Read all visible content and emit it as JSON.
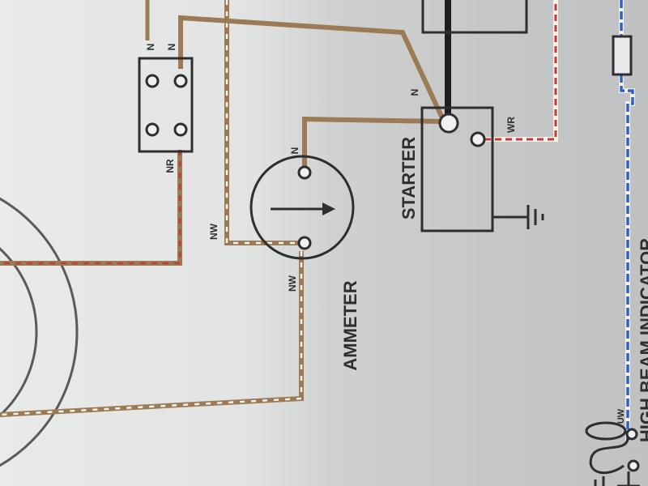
{
  "labels": {
    "ammeter": "AMMETER",
    "starter": "STARTER",
    "high_beam": "HIGH BEAM INDICATOR"
  },
  "wires": {
    "switch_top_left": "N",
    "switch_top_right": "N",
    "switch_bottom": "NR",
    "ammeter_top": "N",
    "ammeter_left_nw": "NW",
    "ammeter_bottom_nw": "NW",
    "starter_n": "N",
    "starter_wr": "WR",
    "indicator_uw": "UW"
  },
  "colors": {
    "brown": "#9a7b55",
    "black": "#1e1e1e",
    "red": "#c23b3b",
    "blue": "#2f63c9",
    "white": "#f4f1ea",
    "ink": "#2e2e2e"
  },
  "icons": [
    "ground-icon",
    "arrow-icon",
    "bulb-icon",
    "fuse-icon"
  ]
}
